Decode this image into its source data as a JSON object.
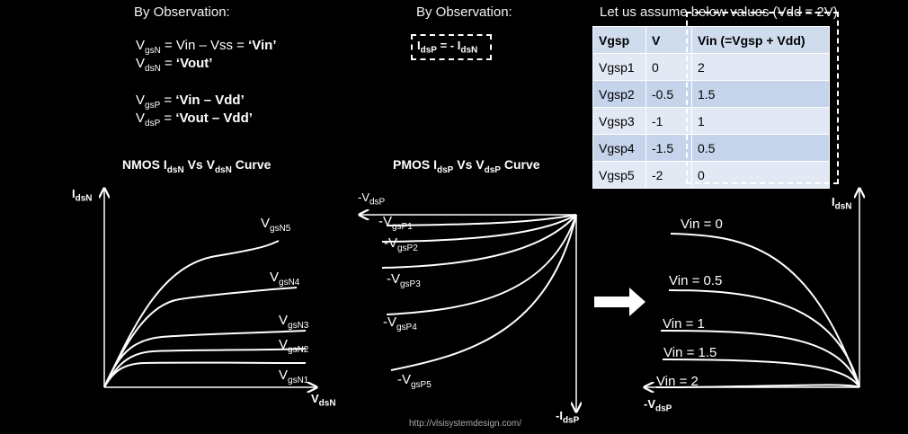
{
  "left": {
    "heading": "By Observation:",
    "eq1_pre": "V",
    "eq1_sub": "gsN",
    "eq1_mid": " = Vin – Vss = ",
    "eq1_val": "‘Vin’",
    "eq2_pre": "V",
    "eq2_sub": "dsN",
    "eq2_mid": " = ",
    "eq2_val": "‘Vout’",
    "eq3_pre": "V",
    "eq3_sub": "gsP",
    "eq3_mid": " = ",
    "eq3_val": "‘Vin – Vdd’",
    "eq4_pre": "V",
    "eq4_sub": "dsP",
    "eq4_mid": " = ",
    "eq4_val": "‘Vout – Vdd’"
  },
  "middle": {
    "heading": "By Observation:",
    "rel_a": "I",
    "rel_a_sub": "dsP",
    "rel_mid": " = - I",
    "rel_b_sub": "dsN"
  },
  "right": {
    "heading": "Let us assume below values (Vdd = 2V)",
    "table": {
      "headers": [
        "Vgsp",
        "V",
        "Vin (=Vgsp + Vdd)"
      ],
      "rows": [
        [
          "Vgsp1",
          "0",
          "2"
        ],
        [
          "Vgsp2",
          "-0.5",
          "1.5"
        ],
        [
          "Vgsp3",
          "-1",
          "1"
        ],
        [
          "Vgsp4",
          "-1.5",
          "0.5"
        ],
        [
          "Vgsp5",
          "-2",
          "0"
        ]
      ]
    }
  },
  "nmos": {
    "title_a": "NMOS I",
    "title_a_sub": "dsN",
    "title_b": " Vs V",
    "title_b_sub": "dsN",
    "title_c": " Curve",
    "y_axis": "I",
    "y_axis_sub": "dsN",
    "x_axis": "V",
    "x_axis_sub": "dsN",
    "curve_labels": [
      {
        "main": "V",
        "sub": "gsN5"
      },
      {
        "main": "V",
        "sub": "gsN4"
      },
      {
        "main": "V",
        "sub": "gsN3"
      },
      {
        "main": "V",
        "sub": "gsN2"
      },
      {
        "main": "V",
        "sub": "gsN1"
      }
    ]
  },
  "pmos": {
    "title_a": "PMOS I",
    "title_a_sub": "dsP",
    "title_b": " Vs V",
    "title_b_sub": "dsP",
    "title_c": " Curve",
    "x_axis": "-V",
    "x_axis_sub": "dsP",
    "y_axis": "-I",
    "y_axis_sub": "dsP",
    "curve_labels": [
      {
        "main": "-V",
        "sub": "gsP1"
      },
      {
        "main": "-V",
        "sub": "gsP2"
      },
      {
        "main": "-V",
        "sub": "gsP3"
      },
      {
        "main": "-V",
        "sub": "gsP4"
      },
      {
        "main": "-V",
        "sub": "gsP5"
      }
    ]
  },
  "transformed": {
    "y_axis": "I",
    "y_axis_sub": "dsN",
    "x_axis": "-V",
    "x_axis_sub": "dsP",
    "curve_labels": [
      "Vin = 0",
      "Vin = 0.5",
      "Vin = 1",
      "Vin = 1.5",
      "Vin = 2"
    ]
  },
  "footer": {
    "url": "http://vlsisystemdesign.com/"
  },
  "colors": {
    "background": "#000000",
    "foreground": "#ffffff",
    "table_header": "#cfdcee",
    "table_row_a": "#c5d4eb",
    "table_row_b": "#e2e9f5"
  },
  "icons": {
    "arrow": "right-arrow-icon"
  }
}
